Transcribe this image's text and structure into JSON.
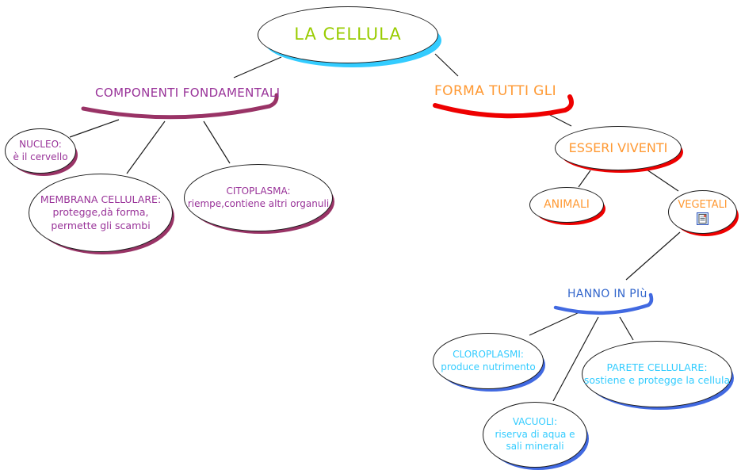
{
  "diagram": {
    "type": "mind-map",
    "topic": "LA CELLULA"
  },
  "colors": {
    "root_text": "#99cc00",
    "root_shadow": "#33ccff",
    "left_branch_text": "#993399",
    "left_branch_shadow": "#993366",
    "right_branch_text": "#ff9933",
    "right_branch_shadow": "#ee0000",
    "sub_branch_text": "#3366cc",
    "sub_branch_shadow": "#4169e1",
    "leaf_text": "#33ccff",
    "connector_line": "#1c1c1c"
  },
  "nodes": {
    "root": {
      "label": "LA CELLULA"
    },
    "componenti": {
      "label": "COMPONENTI FONDAMENTALI"
    },
    "nucleo": {
      "title": "NUCLEO:",
      "line1": "è il cervello"
    },
    "membrana": {
      "title": "MEMBRANA CELLULARE:",
      "line1": "protegge,dà forma,",
      "line2": "permette gli scambi"
    },
    "citoplasma": {
      "title": "CITOPLASMA:",
      "line1": "riempe,contiene altri organuli"
    },
    "forma": {
      "label": "FORMA TUTTI GLI"
    },
    "esseri": {
      "label": "ESSERI VIVENTI"
    },
    "animali": {
      "label": "ANIMALI"
    },
    "vegetali": {
      "label": "VEGETALI",
      "icon": "notes-icon"
    },
    "hanno": {
      "label": "HANNO IN PIù"
    },
    "cloroplasmi": {
      "title": "CLOROPLASMI:",
      "line1": "produce nutrimento"
    },
    "vacuoli": {
      "title": "VACUOLI:",
      "line1": "riserva di aqua e",
      "line2": "sali minerali"
    },
    "parete": {
      "title": "PARETE CELLULARE:",
      "line1": "sostiene e protegge la cellula"
    }
  }
}
